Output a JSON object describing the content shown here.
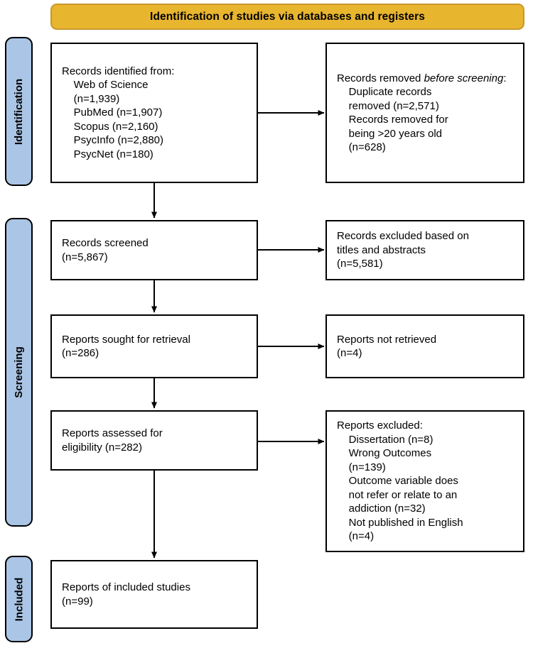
{
  "banner": {
    "title": "Identification of studies via databases and registers"
  },
  "rails": [
    {
      "id": "identification",
      "label": "Identification"
    },
    {
      "id": "screening",
      "label": "Screening"
    },
    {
      "id": "included",
      "label": "Included"
    }
  ],
  "colors": {
    "banner_fill": "#E8B52F",
    "banner_border": "#C9972A",
    "rail_fill": "#AAC5E5",
    "box_fill": "#FFFFFF",
    "stroke": "#000000"
  },
  "boxes": {
    "identified": {
      "name": "records-identified",
      "text": "Records identified from:\n    Web of Science\n    (n=1,939)\n    PubMed (n=1,907)\n    Scopus (n=2,160)\n    PsycInfo (n=2,880)\n    PsycNet (n=180)"
    },
    "removed": {
      "name": "records-removed-before-screening",
      "line1": "Records removed ",
      "italic": "before screening",
      "line1_end": ":",
      "rest": "\n    Duplicate records\n    removed (n=2,571)\n    Records removed for\n    being >20 years old\n    (n=628)"
    },
    "screened": {
      "name": "records-screened",
      "text": "Records screened\n(n=5,867)"
    },
    "excluded_titles": {
      "name": "records-excluded-titles-abstracts",
      "text": "Records excluded based on\ntitles and abstracts\n(n=5,581)"
    },
    "sought": {
      "name": "reports-sought-for-retrieval",
      "text": "Reports sought for retrieval\n(n=286)"
    },
    "not_retrieved": {
      "name": "reports-not-retrieved",
      "text": "Reports not retrieved\n(n=4)"
    },
    "assessed": {
      "name": "reports-assessed-for-eligibility",
      "text": "Reports assessed for\neligibility (n=282)"
    },
    "reports_excluded": {
      "name": "reports-excluded",
      "text": "Reports excluded:\n    Dissertation (n=8)\n    Wrong Outcomes\n    (n=139)\n    Outcome variable does\n    not refer or relate to an\n    addiction (n=32)\n    Not published in English\n    (n=4)"
    },
    "included": {
      "name": "reports-of-included-studies",
      "text": "Reports of included studies\n(n=99)"
    }
  },
  "counts": {
    "web_of_science": "1,939",
    "pubmed": "1,907",
    "scopus": "2,160",
    "psycinfo": "2,880",
    "psycnet": "180",
    "duplicates_removed": "2,571",
    "removed_over_20_years": "628",
    "records_screened": "5,867",
    "excluded_titles_abstracts": "5,581",
    "reports_sought": "286",
    "reports_not_retrieved": "4",
    "reports_assessed": "282",
    "excluded_dissertation": "8",
    "excluded_wrong_outcomes": "139",
    "excluded_outcome_variable": "32",
    "excluded_not_english": "4",
    "reports_included": "99"
  },
  "connectors": [
    {
      "name": "arrow-identified-to-removed",
      "type": "horizontal"
    },
    {
      "name": "arrow-identified-to-screened",
      "type": "vertical"
    },
    {
      "name": "arrow-screened-to-excluded-titles",
      "type": "horizontal"
    },
    {
      "name": "arrow-screened-to-sought",
      "type": "vertical"
    },
    {
      "name": "arrow-sought-to-not-retrieved",
      "type": "horizontal"
    },
    {
      "name": "arrow-sought-to-assessed",
      "type": "vertical"
    },
    {
      "name": "arrow-assessed-to-reports-excluded",
      "type": "horizontal"
    },
    {
      "name": "arrow-assessed-to-included",
      "type": "vertical"
    }
  ]
}
